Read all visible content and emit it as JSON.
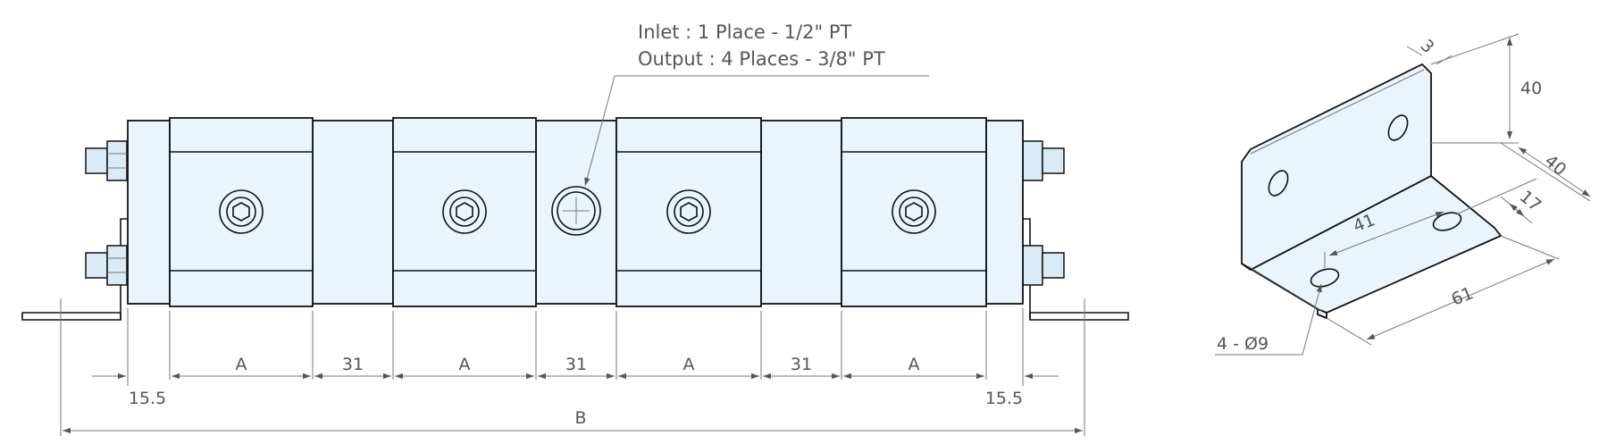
{
  "notes": {
    "inlet": "Inlet : 1 Place - 1/2\" PT",
    "output": "Output : 4 Places - 3/8\" PT"
  },
  "dimensions": {
    "a_1": "A",
    "a_2": "A",
    "a_3": "A",
    "a_4": "A",
    "gap_1": "31",
    "gap_2": "31",
    "gap_3": "31",
    "end_left": "15.5",
    "end_right": "15.5",
    "overall": "B"
  },
  "bracket": {
    "thickness": "3",
    "height": "40",
    "depth": "40",
    "hole_offset": "17",
    "hole_spacing": "41",
    "length": "61",
    "holes": "4 - Ø9"
  },
  "colors": {
    "part_fill": "#e9f4fc",
    "line": "#111111",
    "label": "#555555"
  }
}
